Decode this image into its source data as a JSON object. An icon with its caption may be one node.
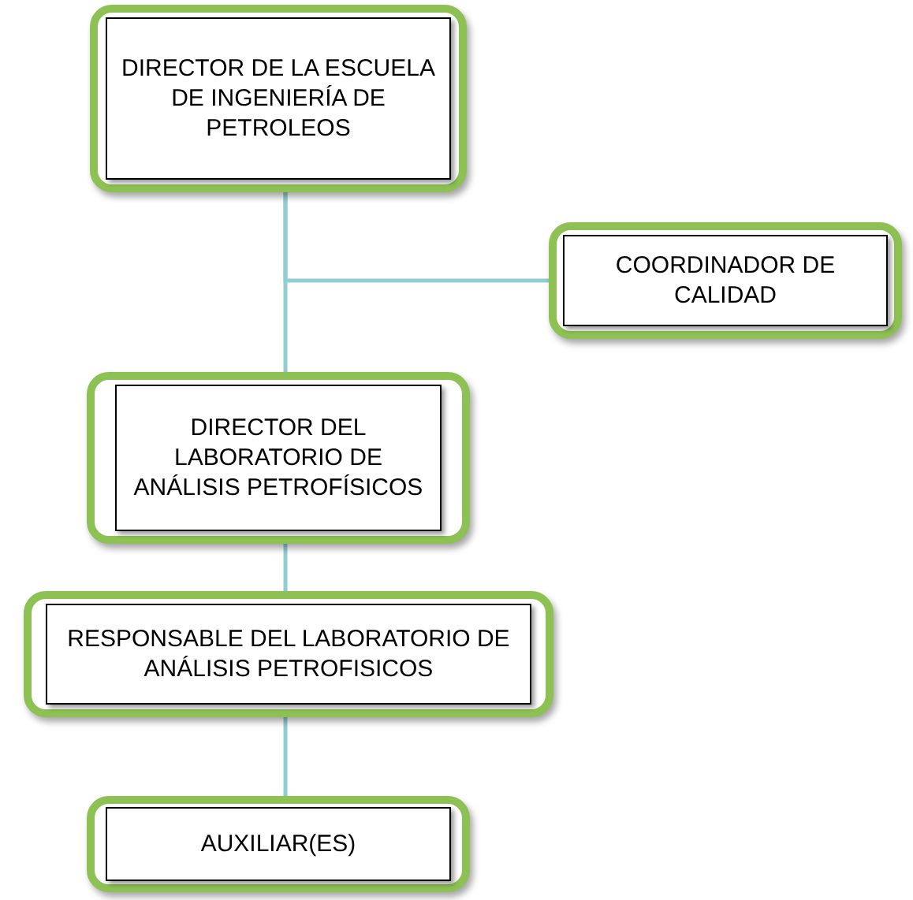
{
  "diagram": {
    "nodes": [
      {
        "text": [
          "DIRECTOR DE LA ESCUELA DE INGENIERÍA DE PETROLEOS"
        ]
      },
      {
        "text": [
          "COORDINADOR DE CALIDAD"
        ]
      },
      {
        "text": [
          "DIRECTOR DEL LABORATORIO DE ANÁLISIS PETROFÍSICOS"
        ]
      },
      {
        "text": [
          "RESPONSABLE DEL LABORATORIO DE ANÁLISIS PETROFISICOS"
        ]
      },
      {
        "text": [
          "AUXILIAR(ES)"
        ]
      }
    ],
    "edges": [
      {
        "from": 0,
        "to": 2,
        "arrow": "none"
      },
      {
        "from": 0,
        "to": 1,
        "arrow": "none"
      },
      {
        "from": 2,
        "to": 3,
        "arrow": "none"
      },
      {
        "from": 3,
        "to": 4,
        "arrow": "none"
      }
    ]
  }
}
